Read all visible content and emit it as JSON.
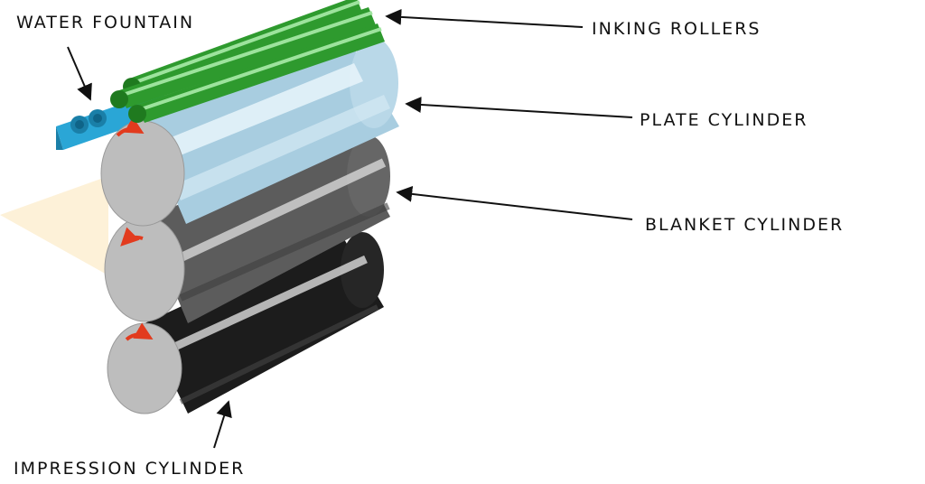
{
  "diagram": {
    "labels": {
      "water_fountain": "WATER FOUNTAIN",
      "inking_rollers": "INKING ROLLERS",
      "plate_cylinder": "PLATE CYLINDER",
      "blanket_cylinder": "BLANKET CYLINDER",
      "impression_cylinder": "IMPRESSION CYLINDER"
    },
    "colors": {
      "paper": "#fdf1d8",
      "water_fountain": "#2aa6d6",
      "inking_rollers": "#2e9a2e",
      "plate_cylinder": "#a8cde0",
      "blanket_cylinder": "#5c5c5c",
      "impression_cylinder": "#1c1c1c",
      "cylinder_face": "#bdbdbd",
      "rotation_arrow": "#e23b1e"
    }
  }
}
